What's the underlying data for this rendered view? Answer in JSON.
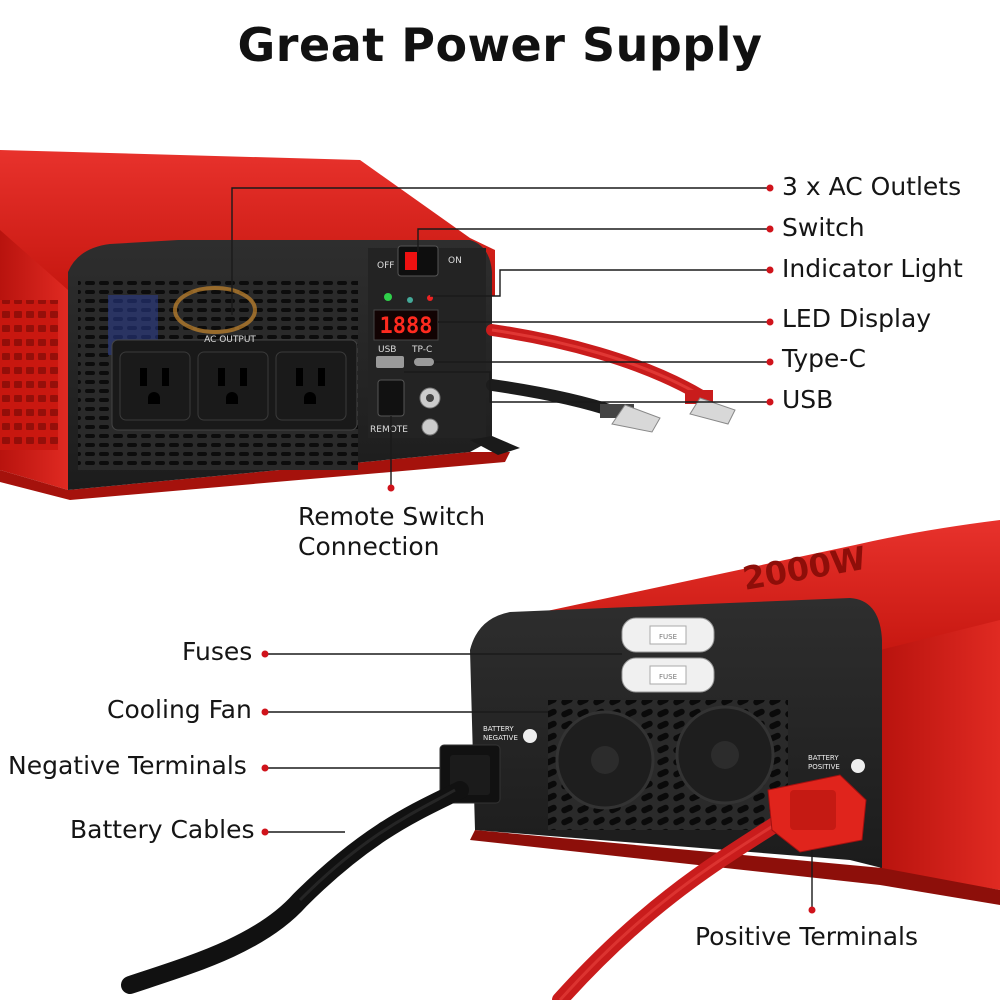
{
  "title": "Great Power Supply",
  "top_callouts": {
    "ac_outlets": "3 x AC Outlets",
    "switch": "Switch",
    "indicator_light": "Indicator Light",
    "led_display": "LED Display",
    "type_c": "Type-C",
    "usb": "USB",
    "remote_line1": "Remote Switch",
    "remote_line2": "Connection"
  },
  "bottom_callouts": {
    "fuses": "Fuses",
    "cooling_fan": "Cooling Fan",
    "negative_terminals": "Negative Terminals",
    "battery_cables": "Battery Cables",
    "positive_terminals": "Positive Terminals"
  },
  "panel_labels": {
    "off": "OFF",
    "on": "ON",
    "ac_output": "AC OUTPUT",
    "usb": "USB",
    "tpc": "TP-C",
    "remote": "REMOTE",
    "led_value": "1888",
    "fuse": "FUSE",
    "battery_negative_1": "BATTERY",
    "battery_negative_2": "NEGATIVE",
    "battery_positive_1": "BATTERY",
    "battery_positive_2": "POSITIVE",
    "side_print": "2000W"
  },
  "colors": {
    "body_red": "#d81e1a",
    "panel_dark": "#262626",
    "callout_dot": "#d0131b"
  }
}
